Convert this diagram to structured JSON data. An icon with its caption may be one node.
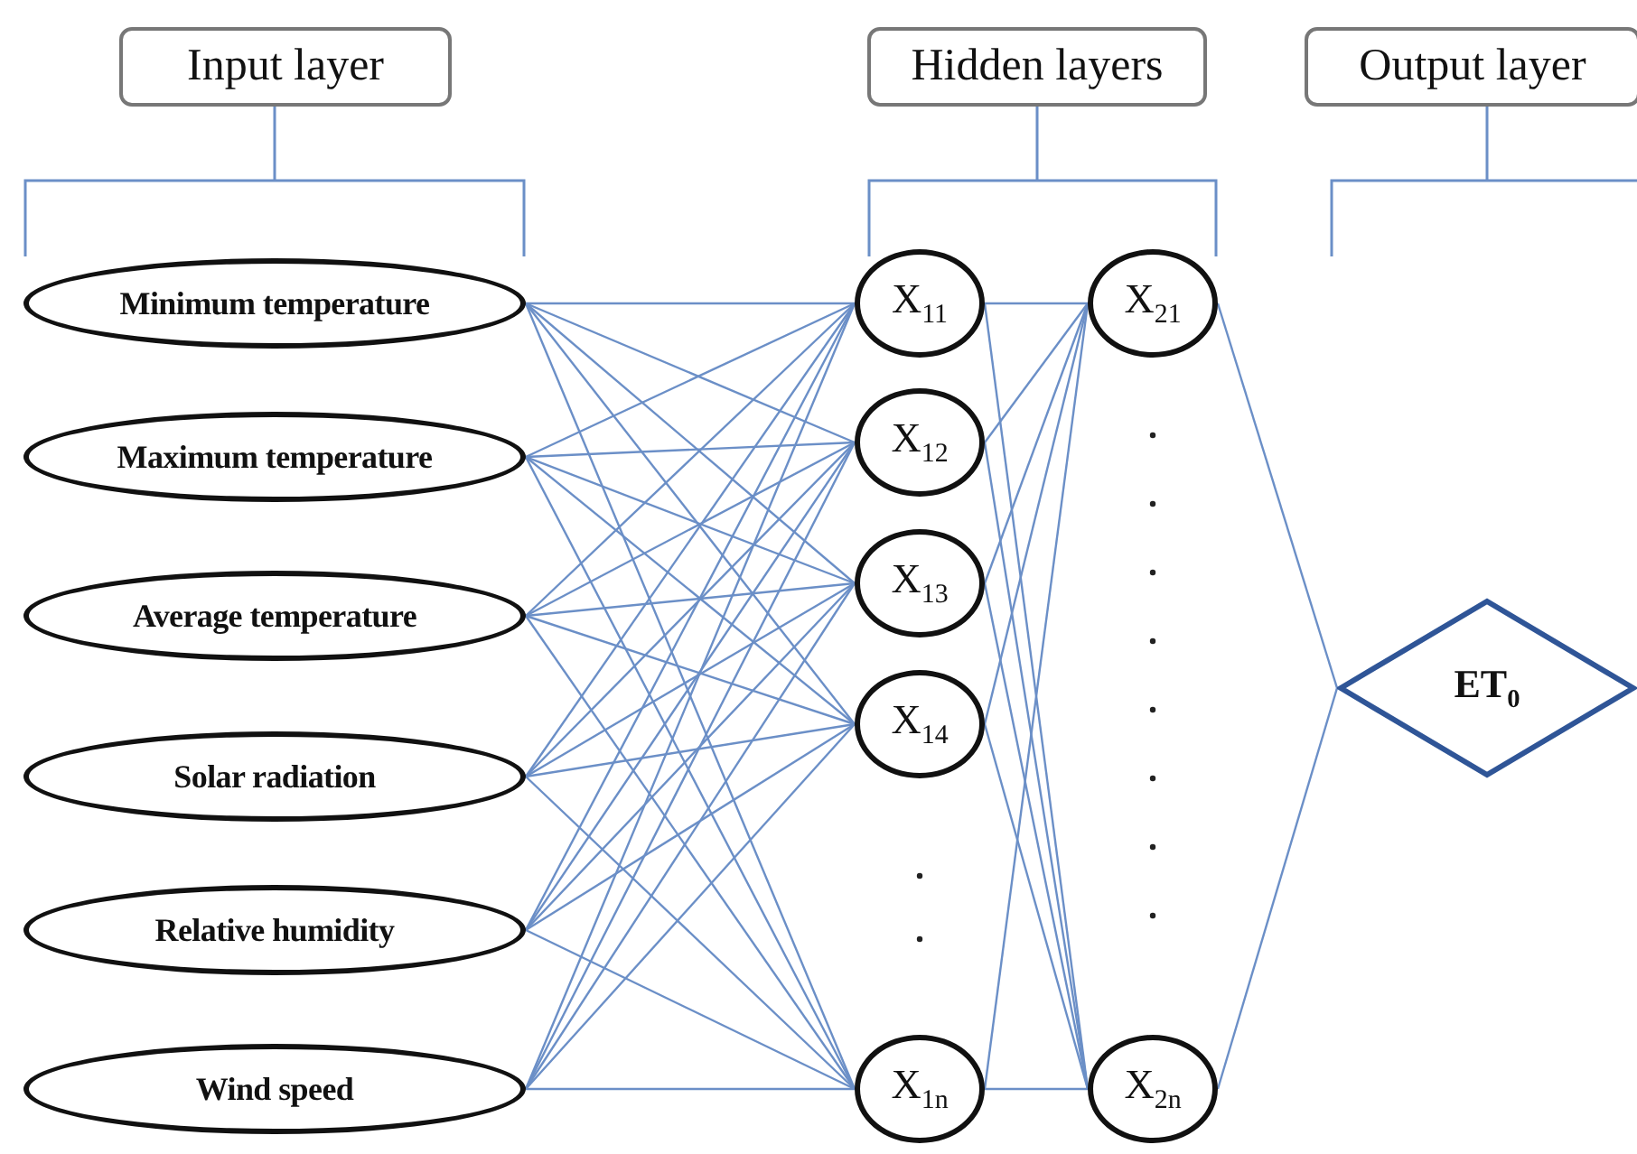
{
  "diagram": {
    "nodes": [
      {
        "text": [
          "Input layer"
        ]
      },
      {
        "text": [
          "Hidden layers"
        ]
      },
      {
        "text": [
          "Output layer"
        ]
      },
      {
        "text": [
          "Minimum temperature"
        ]
      },
      {
        "text": [
          "Maximum temperature"
        ]
      },
      {
        "text": [
          "Average temperature"
        ]
      },
      {
        "text": [
          "Solar radiation"
        ]
      },
      {
        "text": [
          "Relative humidity"
        ]
      },
      {
        "text": [
          "Wind speed"
        ]
      },
      {
        "text": [
          "X$_{11}$"
        ]
      },
      {
        "text": [
          "X$_{12}$"
        ]
      },
      {
        "text": [
          "X$_{13}$"
        ]
      },
      {
        "text": [
          "X$_{14}$"
        ]
      },
      {
        "text": [
          "X$_{1n}$"
        ]
      },
      {
        "text": [
          "X$_{21}$"
        ]
      },
      {
        "text": [
          "X$_{2n}$"
        ]
      },
      {
        "text": [
          "ET$_{0}$"
        ]
      }
    ],
    "edges": [
      {
        "from": 3,
        "to": 9,
        "arrow": "none"
      },
      {
        "from": 3,
        "to": 10,
        "arrow": "none"
      },
      {
        "from": 3,
        "to": 11,
        "arrow": "none"
      },
      {
        "from": 3,
        "to": 12,
        "arrow": "none"
      },
      {
        "from": 3,
        "to": 13,
        "arrow": "none"
      },
      {
        "from": 4,
        "to": 9,
        "arrow": "none"
      },
      {
        "from": 4,
        "to": 10,
        "arrow": "none"
      },
      {
        "from": 4,
        "to": 11,
        "arrow": "none"
      },
      {
        "from": 4,
        "to": 12,
        "arrow": "none"
      },
      {
        "from": 4,
        "to": 13,
        "arrow": "none"
      },
      {
        "from": 5,
        "to": 9,
        "arrow": "none"
      },
      {
        "from": 5,
        "to": 10,
        "arrow": "none"
      },
      {
        "from": 5,
        "to": 11,
        "arrow": "none"
      },
      {
        "from": 5,
        "to": 12,
        "arrow": "none"
      },
      {
        "from": 5,
        "to": 13,
        "arrow": "none"
      },
      {
        "from": 6,
        "to": 9,
        "arrow": "none"
      },
      {
        "from": 6,
        "to": 10,
        "arrow": "none"
      },
      {
        "from": 6,
        "to": 11,
        "arrow": "none"
      },
      {
        "from": 6,
        "to": 12,
        "arrow": "none"
      },
      {
        "from": 6,
        "to": 13,
        "arrow": "none"
      },
      {
        "from": 7,
        "to": 9,
        "arrow": "none"
      },
      {
        "from": 7,
        "to": 10,
        "arrow": "none"
      },
      {
        "from": 7,
        "to": 11,
        "arrow": "none"
      },
      {
        "from": 7,
        "to": 12,
        "arrow": "none"
      },
      {
        "from": 7,
        "to": 13,
        "arrow": "none"
      },
      {
        "from": 8,
        "to": 9,
        "arrow": "none"
      },
      {
        "from": 8,
        "to": 10,
        "arrow": "none"
      },
      {
        "from": 8,
        "to": 11,
        "arrow": "none"
      },
      {
        "from": 8,
        "to": 12,
        "arrow": "none"
      },
      {
        "from": 8,
        "to": 13,
        "arrow": "none"
      },
      {
        "from": 9,
        "to": 14,
        "arrow": "none"
      },
      {
        "from": 9,
        "to": 15,
        "arrow": "none"
      },
      {
        "from": 10,
        "to": 14,
        "arrow": "none"
      },
      {
        "from": 10,
        "to": 15,
        "arrow": "none"
      },
      {
        "from": 11,
        "to": 14,
        "arrow": "none"
      },
      {
        "from": 11,
        "to": 15,
        "arrow": "none"
      },
      {
        "from": 12,
        "to": 14,
        "arrow": "none"
      },
      {
        "from": 12,
        "to": 15,
        "arrow": "none"
      },
      {
        "from": 13,
        "to": 14,
        "arrow": "none"
      },
      {
        "from": 13,
        "to": 15,
        "arrow": "none"
      },
      {
        "from": 14,
        "to": 16,
        "arrow": "none"
      },
      {
        "from": 15,
        "to": 16,
        "arrow": "none"
      }
    ]
  }
}
